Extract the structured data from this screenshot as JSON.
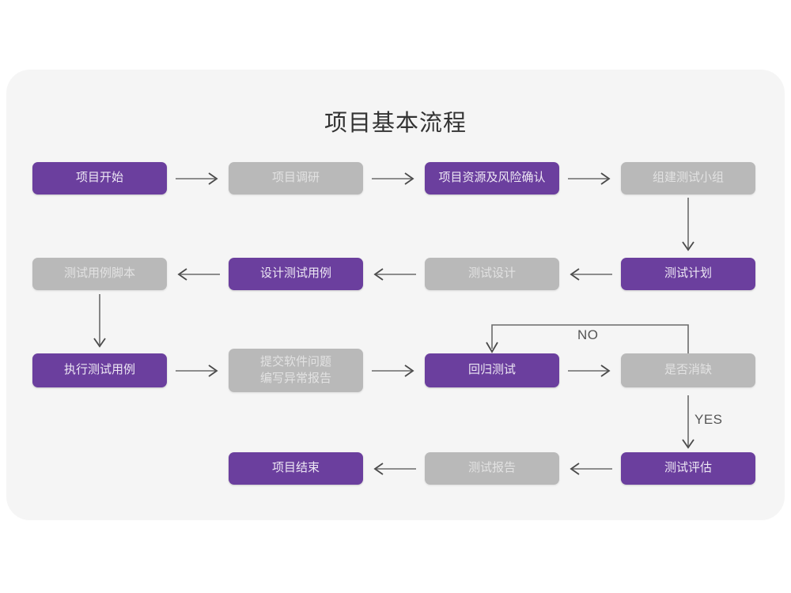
{
  "page": {
    "title": "项目基本流程",
    "background_color": "#ffffff",
    "card_color": "#f5f5f5"
  },
  "colors": {
    "purple": "#6b3f9e",
    "purple_text": "#ede7f4",
    "gray": "#b9b9b9",
    "gray_text": "#e2e2e2",
    "arrow": "#6b6b6b",
    "title_text": "#333333"
  },
  "flow": {
    "rows": [
      {
        "name": "row-1",
        "direction": "right",
        "nodes": [
          {
            "id": "n1",
            "label": "项目开始",
            "style": "purple"
          },
          {
            "id": "n2",
            "label": "项目调研",
            "style": "gray"
          },
          {
            "id": "n3",
            "label": "项目资源及风险确认",
            "style": "purple"
          },
          {
            "id": "n4",
            "label": "组建测试小组",
            "style": "gray"
          }
        ]
      },
      {
        "name": "row-2",
        "direction": "left",
        "nodes": [
          {
            "id": "n5",
            "label": "测试用例脚本",
            "style": "gray"
          },
          {
            "id": "n6",
            "label": "设计测试用例",
            "style": "purple"
          },
          {
            "id": "n7",
            "label": "测试设计",
            "style": "gray"
          },
          {
            "id": "n8",
            "label": "测试计划",
            "style": "purple"
          }
        ]
      },
      {
        "name": "row-3",
        "direction": "right",
        "nodes": [
          {
            "id": "n9",
            "label": "执行测试用例",
            "style": "purple"
          },
          {
            "id": "n10",
            "label": "提交软件问题\n编写异常报告",
            "style": "gray"
          },
          {
            "id": "n11",
            "label": "回归测试",
            "style": "purple"
          },
          {
            "id": "n12",
            "label": "是否消缺",
            "style": "gray"
          }
        ]
      },
      {
        "name": "row-4",
        "direction": "left",
        "nodes": [
          {
            "id": "n13",
            "label": "项目结束",
            "style": "purple"
          },
          {
            "id": "n14",
            "label": "测试报告",
            "style": "gray"
          },
          {
            "id": "n15",
            "label": "测试评估",
            "style": "purple"
          }
        ]
      }
    ],
    "edge_labels": {
      "no": "NO",
      "yes": "YES"
    }
  }
}
